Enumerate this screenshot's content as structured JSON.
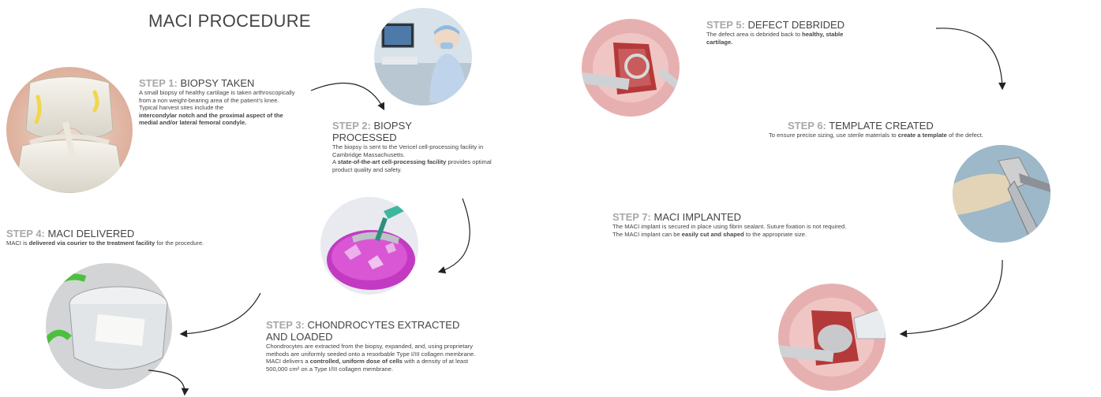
{
  "title": "MACI PROCEDURE",
  "steps": {
    "s1": {
      "num": "STEP 1:",
      "name": "BIOPSY TAKEN",
      "text1": "A small biopsy of healthy cartilage is taken arthroscopically from a non weight-bearing area of the patient’s knee.",
      "text2": "Typical harvest sites include the",
      "bold": "intercondylar notch and the proximal aspect of the medial and/or lateral femoral condyle."
    },
    "s2": {
      "num": "STEP 2:",
      "name1": "BIOPSY",
      "name2": "PROCESSED",
      "text1": "The biopsy is sent to the Vericel cell-processing facility in Cambridge Massachusetts.",
      "text2a": "A ",
      "bold": "state-of-the-art cell-processing facility",
      "text2b": " provides optimal product quality and safety."
    },
    "s3": {
      "num": "STEP 3:",
      "name1": "CHONDROCYTES EXTRACTED",
      "name2": "AND LOADED",
      "text1": "Chondrocytes are extracted from the biopsy, expanded, and, using proprietary methods are uniformly seeded onto a resorbable Type I/III collagen membrane.",
      "text2a": "MACI delivers a ",
      "bold": "controlled, uniform dose of cells",
      "text2b": " with a density of at least 500,000 cm² on a Type I/III collagen membrane."
    },
    "s4": {
      "num": "STEP 4:",
      "name": "MACI DELIVERED",
      "text1": "MACI is ",
      "bold": "delivered via courier to the treatment facility",
      "text2": " for the procedure."
    },
    "s5": {
      "num": "STEP 5:",
      "name": "DEFECT DEBRIDED",
      "text1": "The defect area is debrided back to ",
      "bold": "healthy, stable cartilage."
    },
    "s6": {
      "num": "STEP 6:",
      "name": "TEMPLATE CREATED",
      "text1": "To ensure precise sizing, use sterile materials to ",
      "bold": "create a template",
      "text2": " of the defect."
    },
    "s7": {
      "num": "STEP 7:",
      "name": "MACI IMPLANTED",
      "text1": "The MACI implant is secured in place using fibrin sealant. Suture fixation is not required.",
      "text2a": "The MACI implant can be ",
      "bold": "easily cut and shaped",
      "text2b": " to the appropriate size."
    }
  },
  "colors": {
    "step_number": "#a8a8a8",
    "text": "#444444",
    "membrane_pink": "#d63fd0",
    "tissue_pink": "#e9a1a3",
    "arrow": "#222222"
  }
}
